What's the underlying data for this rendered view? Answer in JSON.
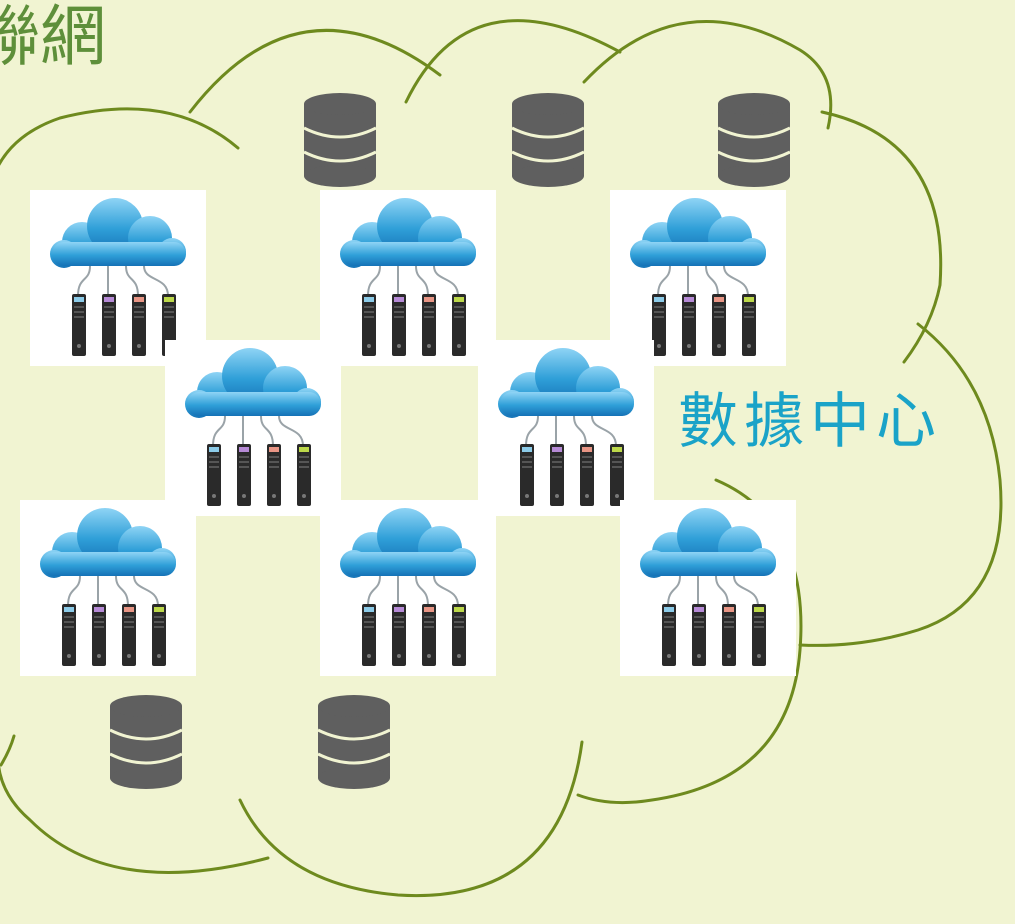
{
  "diagram": {
    "title": "聯網",
    "cloud_label": "數據中心",
    "colors": {
      "background": "#f1f4d2",
      "cloud_outline": "#6e8a1e",
      "title_text": "#5e8f3a",
      "label_text": "#1aa3c8",
      "database": "#5f5f5f",
      "cloud_icon": "#2f9fd8",
      "server": "#2a2a2a"
    },
    "server_led_colors": [
      "#8ccbe8",
      "#b68ad6",
      "#e89585",
      "#bcd84a"
    ],
    "nodes": [
      {
        "name": "cloud-server-node-1",
        "icon": "cloud-server-icon"
      },
      {
        "name": "cloud-server-node-2",
        "icon": "cloud-server-icon"
      },
      {
        "name": "cloud-server-node-3",
        "icon": "cloud-server-icon"
      },
      {
        "name": "cloud-server-node-4",
        "icon": "cloud-server-icon"
      },
      {
        "name": "cloud-server-node-5",
        "icon": "cloud-server-icon"
      },
      {
        "name": "cloud-server-node-6",
        "icon": "cloud-server-icon"
      },
      {
        "name": "cloud-server-node-7",
        "icon": "cloud-server-icon"
      },
      {
        "name": "cloud-server-node-8",
        "icon": "cloud-server-icon"
      }
    ],
    "databases": [
      {
        "name": "database-1",
        "icon": "database-icon"
      },
      {
        "name": "database-2",
        "icon": "database-icon"
      },
      {
        "name": "database-3",
        "icon": "database-icon"
      },
      {
        "name": "database-4",
        "icon": "database-icon"
      },
      {
        "name": "database-5",
        "icon": "database-icon"
      }
    ]
  }
}
